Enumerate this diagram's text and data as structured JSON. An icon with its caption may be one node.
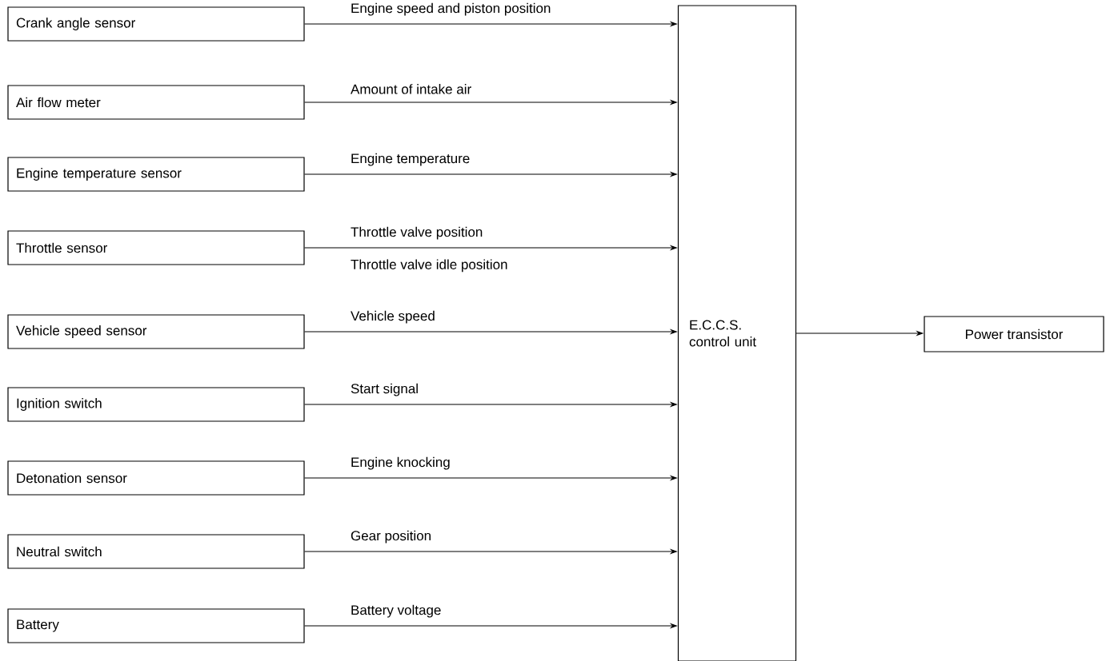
{
  "diagram": {
    "nodes": [
      {
        "text": [
          "Crank angle sensor"
        ]
      },
      {
        "text": [
          "Air flow meter"
        ]
      },
      {
        "text": [
          "Engine temperature sensor"
        ]
      },
      {
        "text": [
          "Throttle sensor"
        ]
      },
      {
        "text": [
          "Vehicle speed sensor"
        ]
      },
      {
        "text": [
          "Ignition switch"
        ]
      },
      {
        "text": [
          "Detonation sensor"
        ]
      },
      {
        "text": [
          "Neutral switch"
        ]
      },
      {
        "text": [
          "Battery"
        ]
      },
      {
        "text": [
          "E.C.C.S. control unit"
        ]
      },
      {
        "text": [
          "Power transistor"
        ]
      }
    ],
    "edges": [
      {
        "from": 0,
        "to": 9,
        "arrow": "to",
        "label": "Engine speed and piston position"
      },
      {
        "from": 1,
        "to": 9,
        "arrow": "to",
        "label": "Amount of intake air"
      },
      {
        "from": 2,
        "to": 9,
        "arrow": "to",
        "label": "Engine temperature"
      },
      {
        "from": 3,
        "to": 9,
        "arrow": "to",
        "label": "Throttle valve position"
      },
      {
        "from": 4,
        "to": 9,
        "arrow": "to",
        "label": "Vehicle speed"
      },
      {
        "from": 5,
        "to": 9,
        "arrow": "to",
        "label": "Start signal"
      },
      {
        "from": 6,
        "to": 9,
        "arrow": "to",
        "label": "Engine knocking"
      },
      {
        "from": 7,
        "to": 9,
        "arrow": "to",
        "label": "Gear position"
      },
      {
        "from": 8,
        "to": 9,
        "arrow": "to",
        "label": "Battery voltage"
      },
      {
        "from": 9,
        "to": 10,
        "arrow": "to"
      }
    ],
    "labels": [
      "Throttle valve idle position"
    ]
  }
}
